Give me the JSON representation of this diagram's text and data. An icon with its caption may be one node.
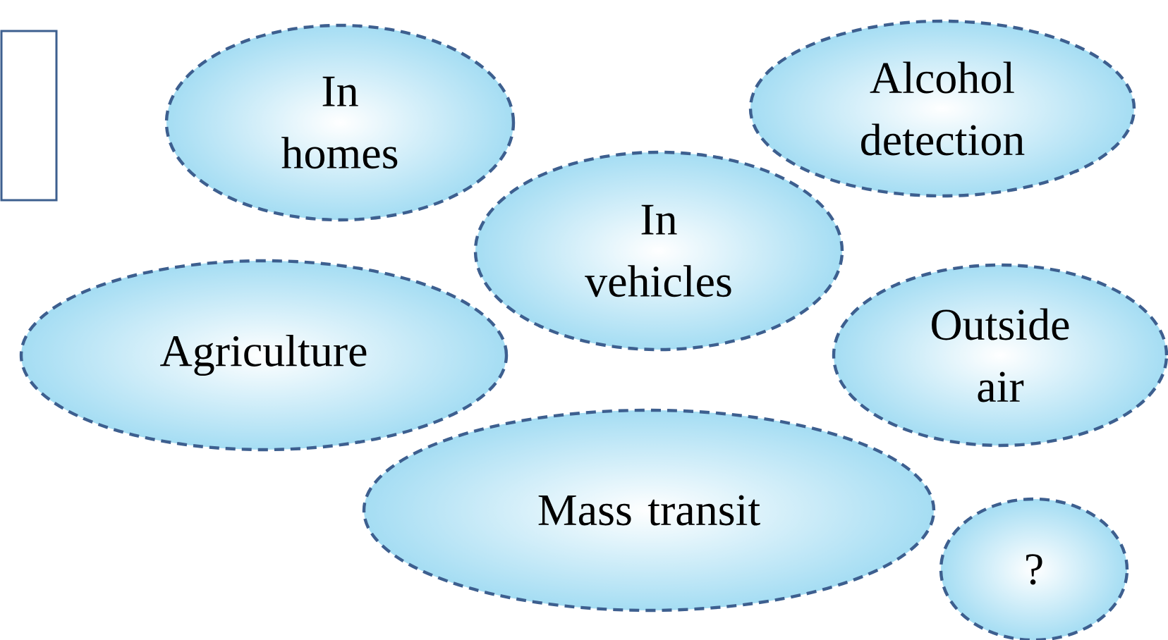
{
  "diagram": {
    "nodes": [
      {
        "text": [],
        "shape": "box"
      },
      {
        "text": [
          "In homes"
        ]
      },
      {
        "text": [
          "Alcohol detection"
        ]
      },
      {
        "text": [
          "In vehicles"
        ]
      },
      {
        "text": [
          "Agriculture"
        ]
      },
      {
        "text": [
          "Outside air"
        ]
      },
      {
        "text": [
          "Mass transit"
        ]
      },
      {
        "text": [
          "?"
        ]
      }
    ]
  }
}
